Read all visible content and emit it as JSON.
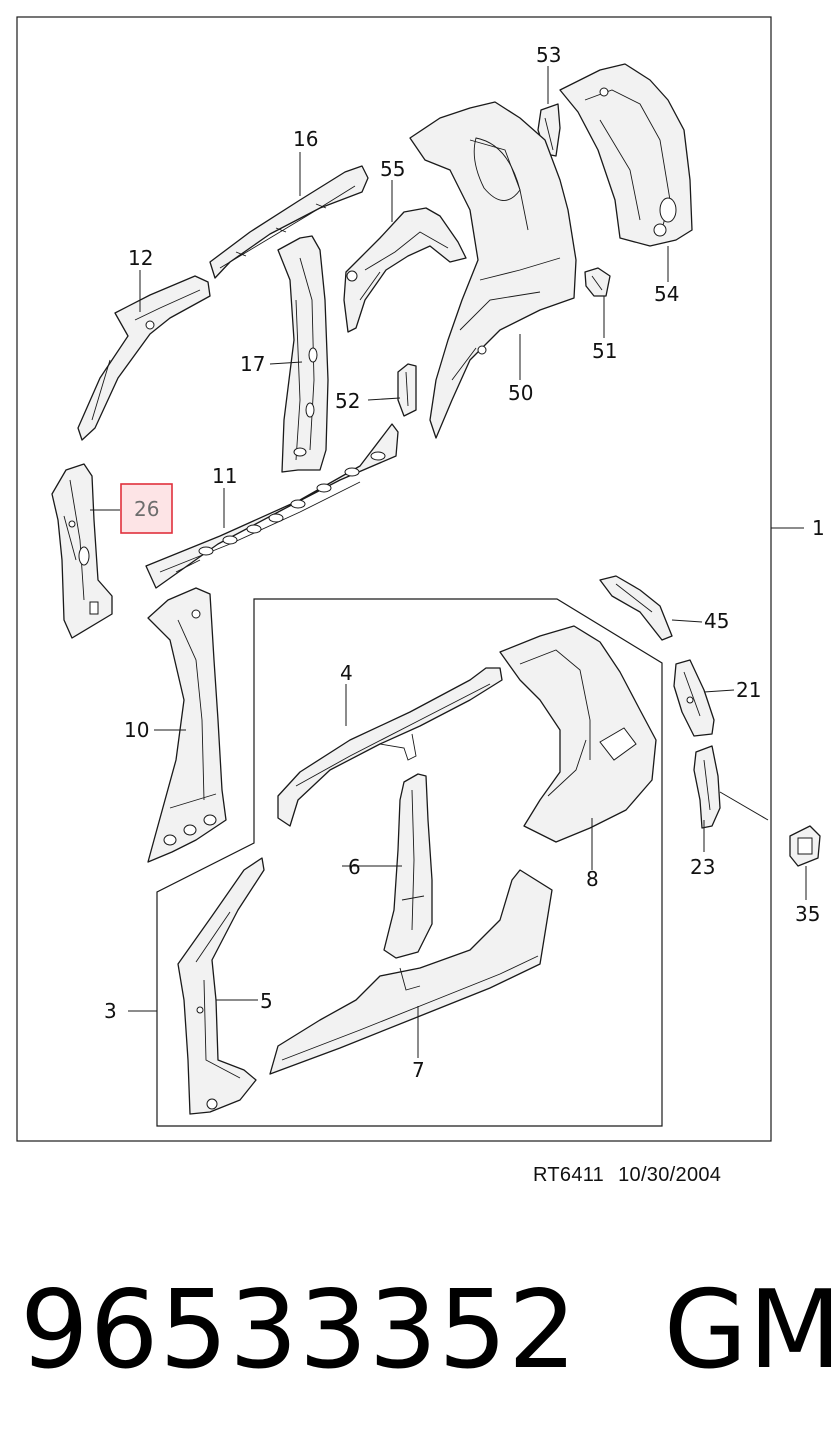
{
  "diagram": {
    "highlight": {
      "label": "26",
      "fill": "#fde4e6",
      "stroke": "#e0303c"
    },
    "part_labels": [
      "1",
      "3",
      "4",
      "5",
      "6",
      "7",
      "8",
      "10",
      "11",
      "12",
      "16",
      "17",
      "21",
      "23",
      "26",
      "35",
      "45",
      "50",
      "51",
      "52",
      "53",
      "54",
      "55"
    ]
  },
  "footer": {
    "ref_code": "RT6411",
    "ref_date": "10/30/2004"
  },
  "product": {
    "part_number": "96533352",
    "brand": "GM"
  }
}
